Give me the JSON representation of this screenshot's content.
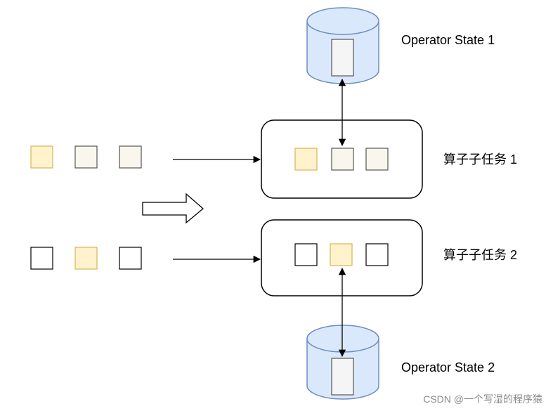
{
  "labels": {
    "state1": "Operator State 1",
    "state2": "Operator State 2",
    "subtask1": "算子子任务 1",
    "subtask2": "算子子任务 2"
  },
  "watermark": "CSDN @一个写湿的程序猿",
  "colors": {
    "cylinder_fill": "#dae8fc",
    "cylinder_stroke": "#6c8ebf",
    "yellow_fill": "#fff2cc",
    "yellow_stroke": "#d6b656",
    "gray_fill": "#f9f7ed",
    "gray_stroke": "#555555",
    "white_fill": "#ffffff",
    "state_box_fill": "#f5f5f5"
  },
  "icons": [
    "database-cylinder-icon",
    "hollow-right-arrow-icon"
  ]
}
